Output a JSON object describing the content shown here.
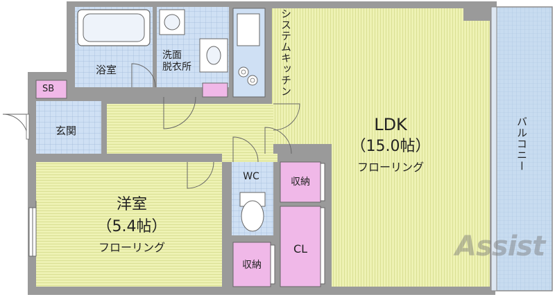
{
  "rooms": {
    "bathroom": "浴室",
    "washroom": "洗面\n脱衣所",
    "shoe_box": "SB",
    "entrance": "玄関",
    "kitchen": "システムキッチン",
    "ldk_name": "LDK",
    "ldk_size": "（15.0帖）",
    "ldk_floor": "フローリング",
    "western_name": "洋室",
    "western_size": "（5.4帖）",
    "western_floor": "フローリング",
    "toilet": "WC",
    "storage_1": "収納",
    "storage_2": "収納",
    "closet": "CL",
    "balcony": "バルコニー"
  },
  "watermark": "Assist",
  "colors": {
    "wall": "#9a9a9a",
    "floor_wood": "#eef2b4",
    "wet_area": "#cfe0f4",
    "storage": "#f0b8e8",
    "balcony": "#c8dcf0"
  }
}
